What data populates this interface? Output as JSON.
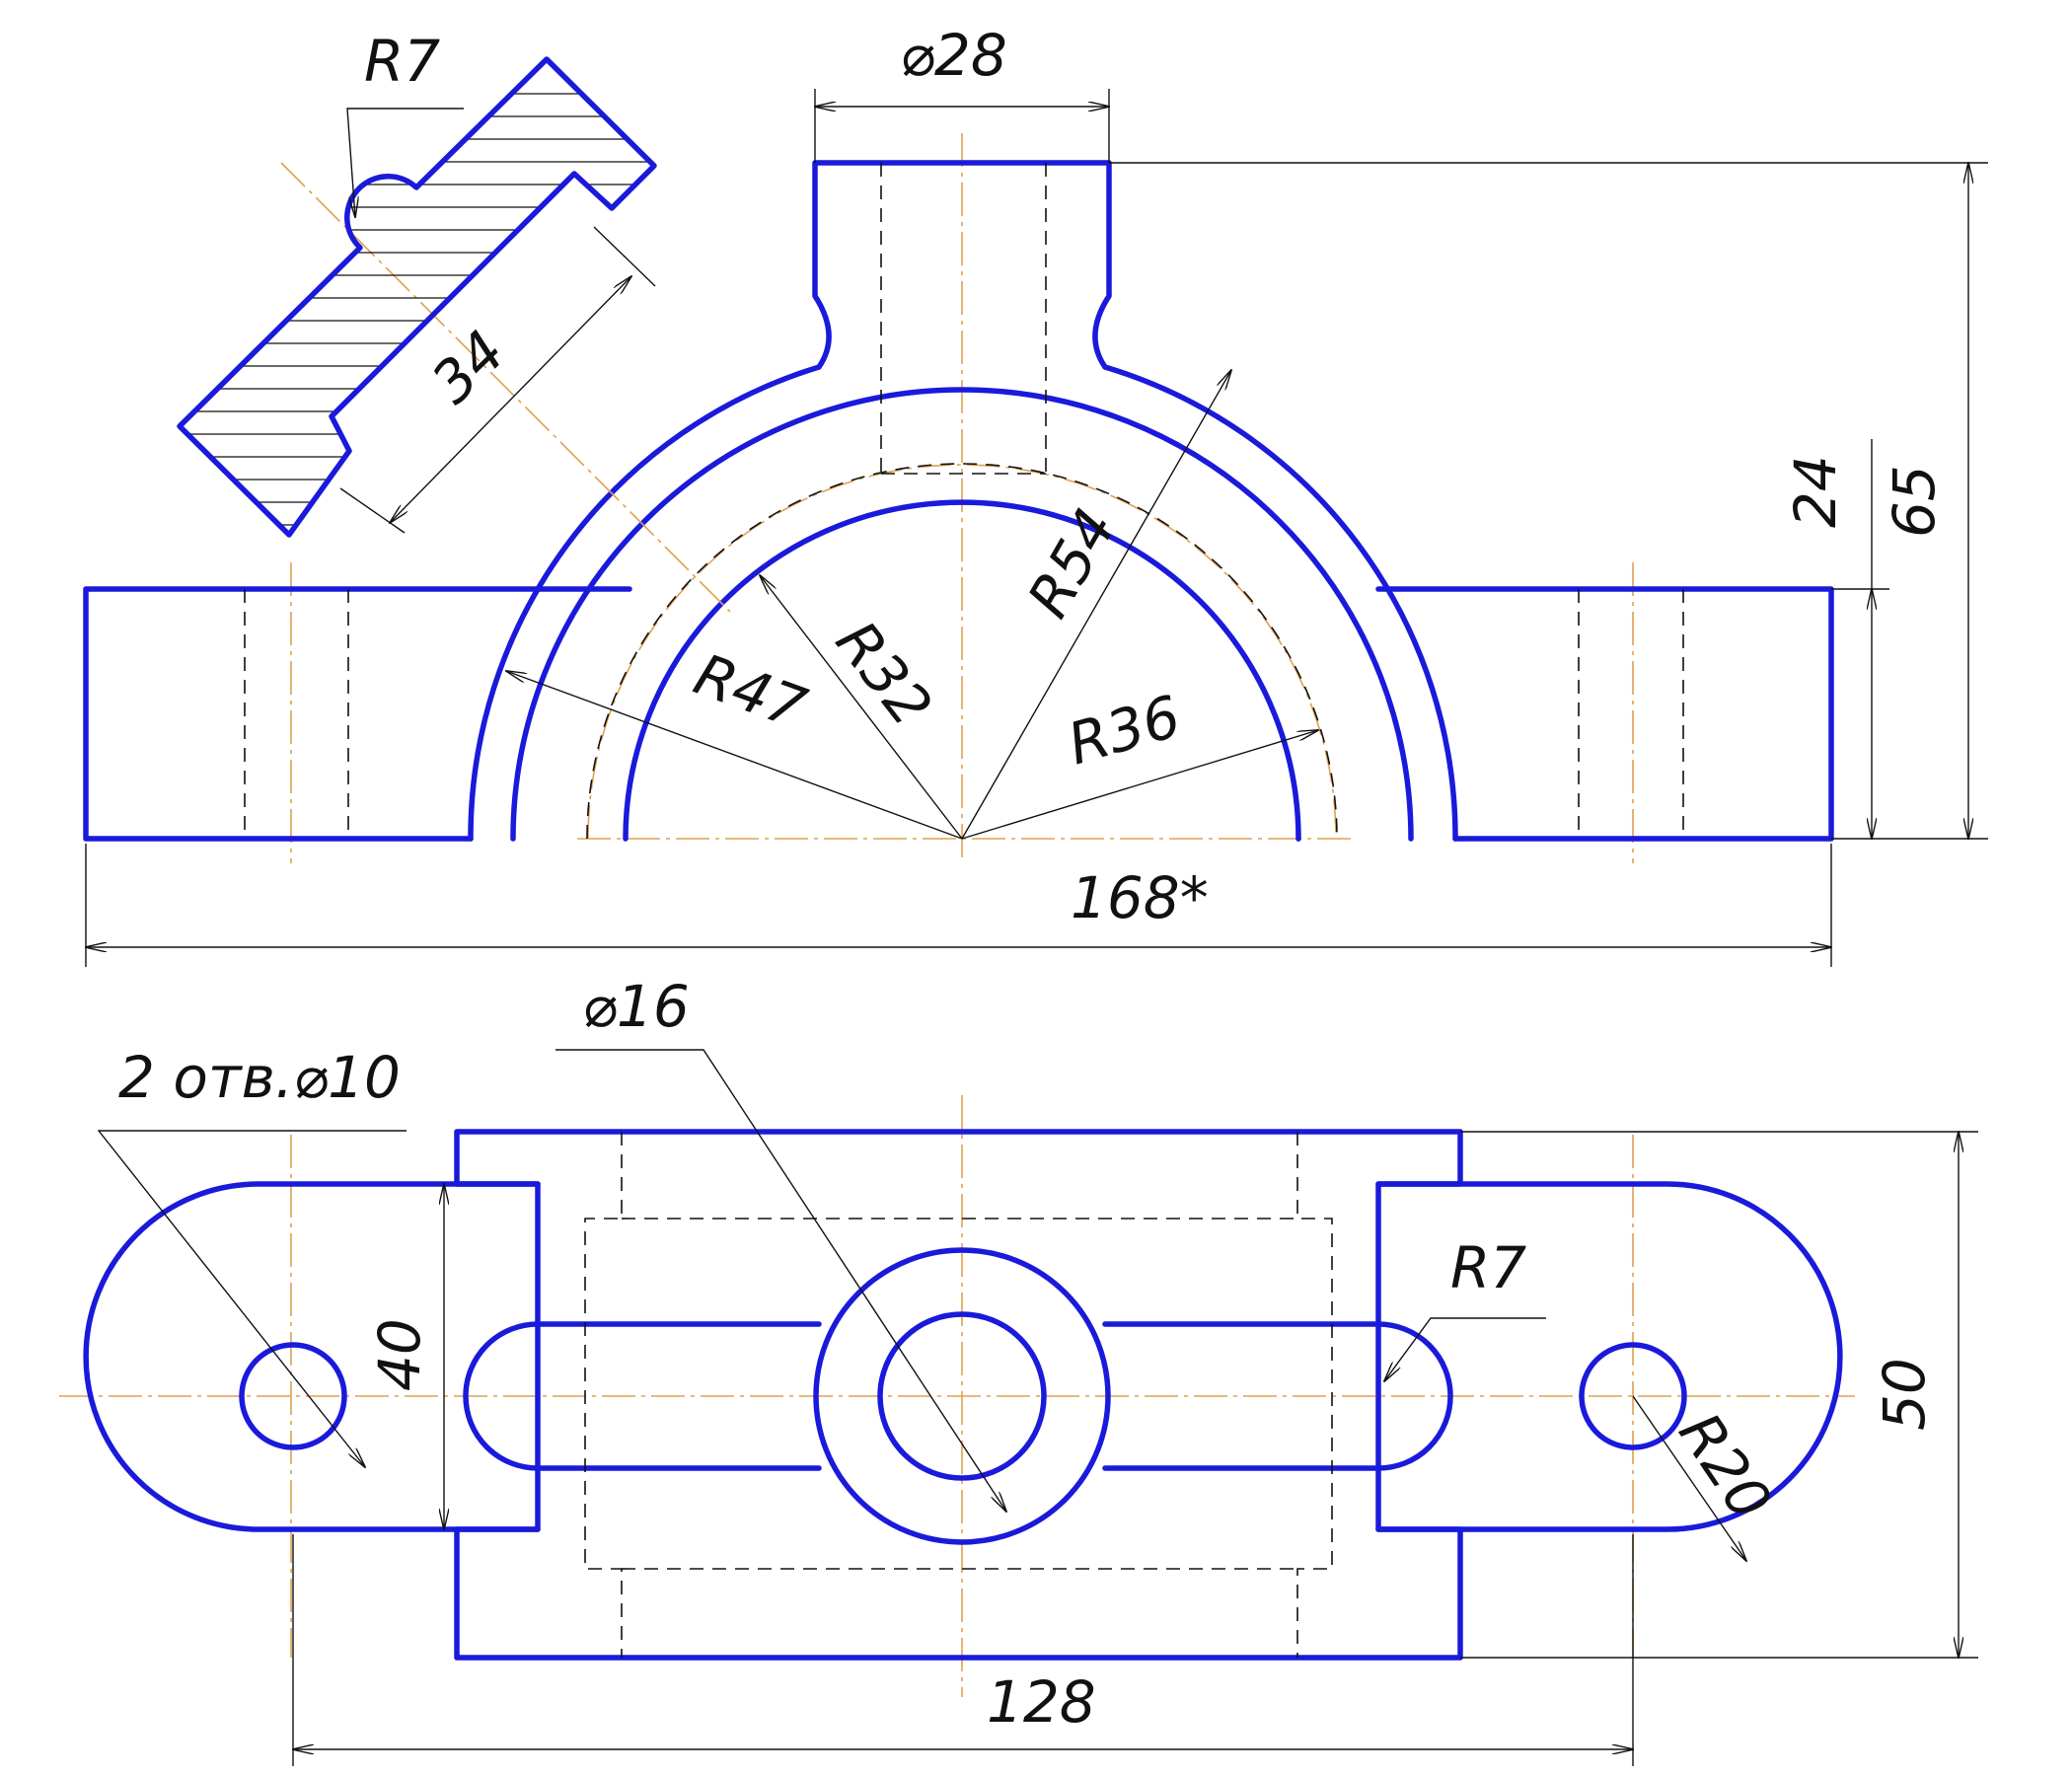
{
  "colors": {
    "outline": "#1a1adb",
    "centerline": "#e0a050",
    "dim": "#111111"
  },
  "front_view": {
    "dim_r7": "R7",
    "dim_d28": "⌀28",
    "dim_34": "34",
    "dim_24": "24",
    "dim_65": "65",
    "dim_r47": "R47",
    "dim_r32": "R32",
    "dim_r54": "R54",
    "dim_r36": "R36",
    "dim_168": "168*"
  },
  "top_view": {
    "dim_d16": "⌀16",
    "dim_holes": "2 отв.⌀10",
    "dim_40": "40",
    "dim_r7": "R7",
    "dim_50": "50",
    "dim_r20": "R20",
    "dim_128": "128"
  }
}
